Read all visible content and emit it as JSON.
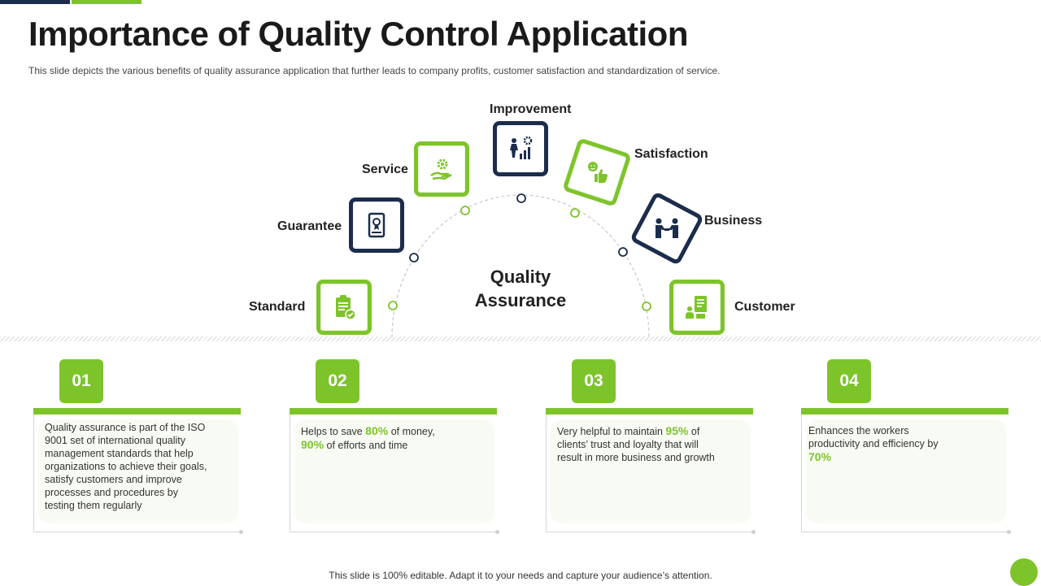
{
  "title": "Importance of Quality Control Application",
  "subtitle": "This slide depicts the various benefits of quality assurance application that further leads to company profits, customer satisfaction and standardization of service.",
  "center": {
    "line1": "Quality",
    "line2": "Assurance"
  },
  "nodes": [
    {
      "label": "Standard",
      "icon": "clipboard-check-icon",
      "style": "green"
    },
    {
      "label": "Guarantee",
      "icon": "certificate-icon",
      "style": "navy"
    },
    {
      "label": "Service",
      "icon": "hand-gear-icon",
      "style": "green"
    },
    {
      "label": "Improvement",
      "icon": "person-growth-chart-icon",
      "style": "navy"
    },
    {
      "label": "Satisfaction",
      "icon": "smiley-thumbs-up-icon",
      "style": "green"
    },
    {
      "label": "Business",
      "icon": "handshake-icon",
      "style": "navy"
    },
    {
      "label": "Customer",
      "icon": "customer-document-icon",
      "style": "green"
    }
  ],
  "cards": [
    {
      "number": "01",
      "text": "Quality assurance is part of the ISO 9001 set of international quality management standards that help organizations to achieve their goals, satisfy customers and improve processes and procedures by testing them regularly"
    },
    {
      "number": "02",
      "pre": "Helps to save ",
      "hl1": "80%",
      "mid": " of money, ",
      "hl2": "90%",
      "post": " of efforts and time"
    },
    {
      "number": "03",
      "pre": "Very helpful to maintain ",
      "hl1": "95%",
      "post": " of clients’ trust and loyalty that will result in more business and growth"
    },
    {
      "number": "04",
      "pre": "Enhances the workers productivity and efficiency by ",
      "hl1": "70%"
    }
  ],
  "footer": "This slide is 100% editable. Adapt it to your needs and capture your audience’s attention.",
  "colors": {
    "green": "#7dc42b",
    "navy": "#1c2c4c"
  }
}
